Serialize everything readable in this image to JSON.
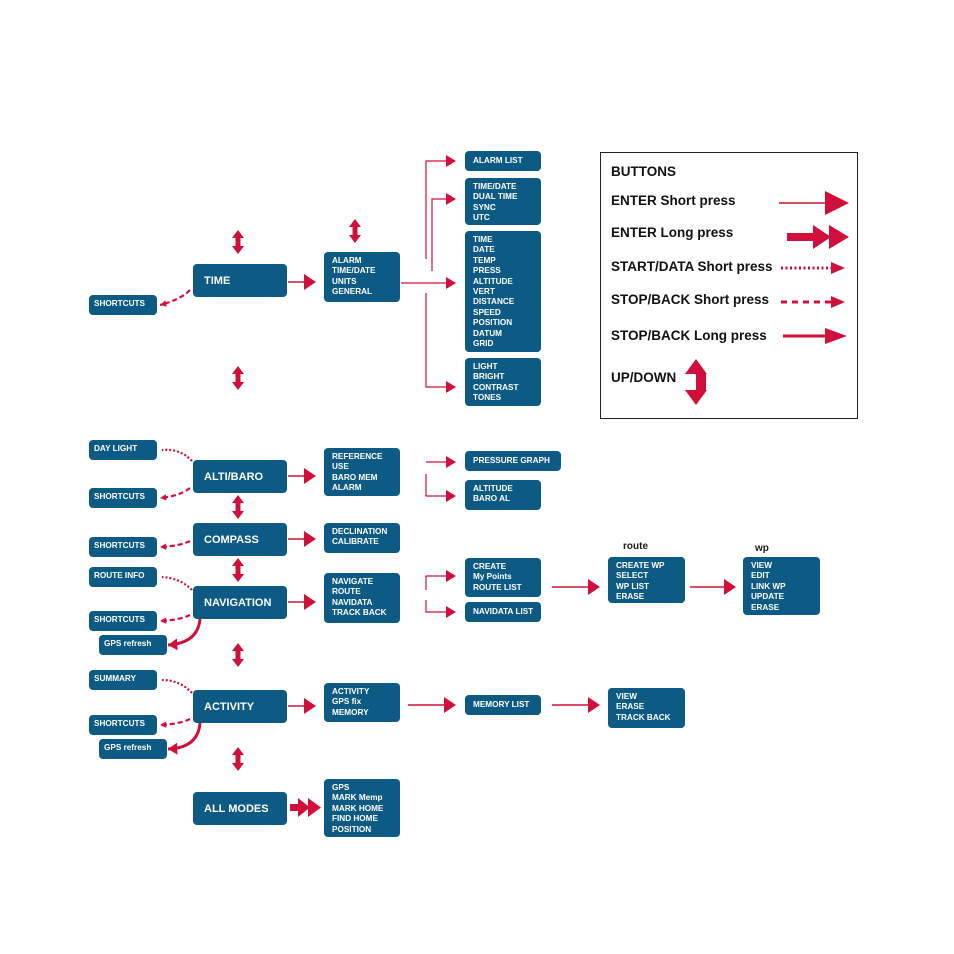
{
  "legend": {
    "title": "BUTTONS",
    "enter_short": "ENTER Short press",
    "enter_long": "ENTER Long press",
    "start_data_short": "START/DATA Short press",
    "stop_back_short": "STOP/BACK Short press",
    "stop_back_long": "STOP/BACK Long press",
    "up_down": "UP/DOWN"
  },
  "modes": {
    "time": "TIME",
    "alti_baro": "ALTI/BARO",
    "compass": "COMPASS",
    "navigation": "NAVIGATION",
    "activity": "ACTIVITY",
    "all_modes": "ALL MODES"
  },
  "side": {
    "time_shortcuts": "SHORTCUTS",
    "day_light": "DAY LIGHT",
    "alti_shortcuts": "SHORTCUTS",
    "compass_shortcuts": "SHORTCUTS",
    "route_info": "ROUTE INFO",
    "nav_shortcuts": "SHORTCUTS",
    "nav_gps_refresh": "GPS refresh",
    "summary": "SUMMARY",
    "act_shortcuts": "SHORTCUTS",
    "act_gps_refresh": "GPS refresh"
  },
  "menus": {
    "time_menu": [
      "ALARM",
      "TIME/DATE",
      "UNITS",
      "GENERAL"
    ],
    "alarm_list": [
      "ALARM LIST"
    ],
    "time_date": [
      "TIME/DATE",
      "DUAL TIME",
      "SYNC",
      "UTC"
    ],
    "units": [
      "TIME",
      "DATE",
      "TEMP",
      "PRESS",
      "ALTITUDE",
      "VERT",
      "DISTANCE",
      "SPEED",
      "POSITION",
      "DATUM",
      "GRID"
    ],
    "general": [
      "LIGHT",
      "BRIGHT",
      "CONTRAST",
      "TONES"
    ],
    "alti_menu": [
      "REFERENCE",
      "USE",
      "BARO MEM",
      "ALARM"
    ],
    "pressure_graph": [
      "PRESSURE GRAPH"
    ],
    "altitude_baro_al": [
      "ALTITUDE",
      "BARO AL"
    ],
    "compass_menu": [
      "DECLINATION",
      "CALIBRATE"
    ],
    "nav_menu": [
      "NAVIGATE",
      "ROUTE",
      "NAVIDATA",
      "TRACK BACK"
    ],
    "route_menu": [
      "CREATE",
      "My Points",
      "ROUTE LIST"
    ],
    "navidata_list": [
      "NAVIDATA LIST"
    ],
    "route_actions": [
      "CREATE WP",
      "SELECT",
      "WP LIST",
      "ERASE"
    ],
    "wp_actions": [
      "VIEW",
      "EDIT",
      "LINK WP",
      "UPDATE",
      "ERASE"
    ],
    "activity_menu": [
      "ACTIVITY",
      "GPS fix",
      "MEMORY"
    ],
    "memory_list": [
      "MEMORY LIST"
    ],
    "memory_actions": [
      "VIEW",
      "ERASE",
      "TRACK BACK"
    ],
    "all_modes_menu": [
      "GPS",
      "MARK Memp",
      "MARK HOME",
      "FIND HOME",
      "POSITION"
    ]
  },
  "labels": {
    "route": "route",
    "wp": "wp"
  },
  "colors": {
    "box": "#0d5a85",
    "arrow": "#d0103a",
    "text": "#ffffff"
  }
}
